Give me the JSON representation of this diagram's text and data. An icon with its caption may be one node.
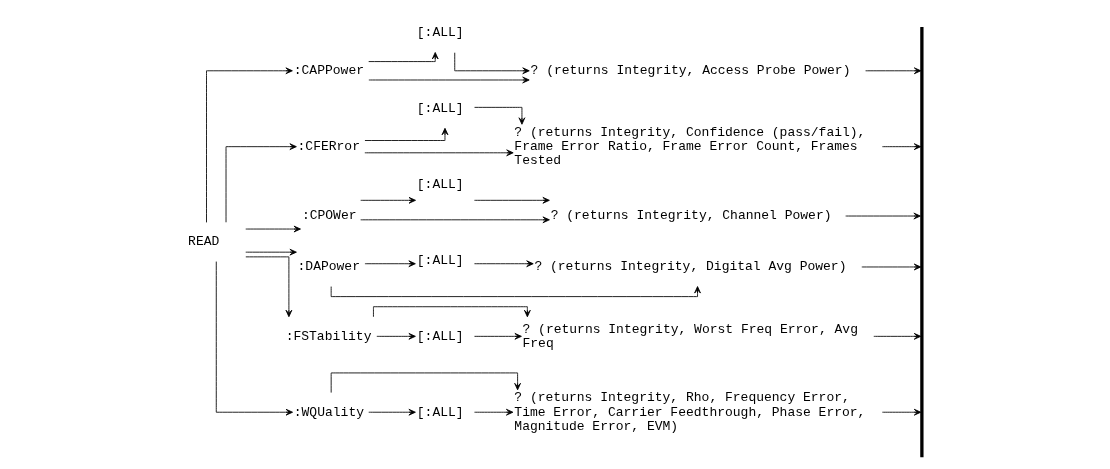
{
  "diagram": {
    "nodes": [
      {
        "text": [
          "READ"
        ]
      },
      {
        "text": [
          ":CAPPower"
        ]
      },
      {
        "text": [
          "[:ALL]"
        ]
      },
      {
        "text": [
          "? (returns Integrity, Access Probe Power)"
        ]
      },
      {
        "text": [
          ":CFERror"
        ]
      },
      {
        "text": [
          "[:ALL]"
        ]
      },
      {
        "text": [
          "? (returns Integrity, Confidence (pass/fail), Frame Error Ratio, Frame Error Count, Frames Tested"
        ]
      },
      {
        "text": [
          ":CPOWer"
        ]
      },
      {
        "text": [
          "[:ALL]"
        ]
      },
      {
        "text": [
          "? (returns Integrity, Channel Power)"
        ]
      },
      {
        "text": [
          ":DAPower"
        ]
      },
      {
        "text": [
          "[:ALL]"
        ]
      },
      {
        "text": [
          "? (returns Integrity, Digital Avg Power)"
        ]
      },
      {
        "text": [
          ":FSTability"
        ]
      },
      {
        "text": [
          "[:ALL]"
        ]
      },
      {
        "text": [
          "? (returns Integrity, Worst Freq Error, Avg Freq"
        ]
      },
      {
        "text": [
          ":WQUality"
        ]
      },
      {
        "text": [
          "[:ALL]"
        ]
      },
      {
        "text": [
          "? (returns Integrity, Rho, Frequency Error, Time Error, Carrier Feedthrough, Phase Error, Magnitude Error, EVM)"
        ]
      },
      {
        "text": [],
        "shape": "bar"
      }
    ],
    "edges": [
      {
        "from": 0,
        "to": 1,
        "arrow": "to"
      },
      {
        "from": 1,
        "to": 3,
        "arrow": "to"
      },
      {
        "from": 1,
        "to": 2,
        "arrow": "to"
      },
      {
        "from": 2,
        "to": 3,
        "arrow": "to"
      },
      {
        "from": 3,
        "to": 19,
        "arrow": "to"
      },
      {
        "from": 0,
        "to": 4,
        "arrow": "to"
      },
      {
        "from": 4,
        "to": 6,
        "arrow": "to"
      },
      {
        "from": 4,
        "to": 5,
        "arrow": "to"
      },
      {
        "from": 5,
        "to": 6,
        "arrow": "to"
      },
      {
        "from": 6,
        "to": 19,
        "arrow": "to"
      },
      {
        "from": 0,
        "to": 7,
        "arrow": "to"
      },
      {
        "from": 7,
        "to": 9,
        "arrow": "to"
      },
      {
        "from": 7,
        "to": 8,
        "arrow": "to"
      },
      {
        "from": 8,
        "to": 9,
        "arrow": "to"
      },
      {
        "from": 9,
        "to": 19,
        "arrow": "to"
      },
      {
        "from": 0,
        "to": 10,
        "arrow": "to"
      },
      {
        "from": 10,
        "to": 12,
        "arrow": "to"
      },
      {
        "from": 10,
        "to": 11,
        "arrow": "to"
      },
      {
        "from": 11,
        "to": 12,
        "arrow": "to"
      },
      {
        "from": 12,
        "to": 19,
        "arrow": "to"
      },
      {
        "from": 0,
        "to": 13,
        "arrow": "to"
      },
      {
        "from": 13,
        "to": 15,
        "arrow": "to"
      },
      {
        "from": 13,
        "to": 14,
        "arrow": "to"
      },
      {
        "from": 14,
        "to": 15,
        "arrow": "to"
      },
      {
        "from": 15,
        "to": 19,
        "arrow": "to"
      },
      {
        "from": 0,
        "to": 16,
        "arrow": "to"
      },
      {
        "from": 16,
        "to": 18,
        "arrow": "to"
      },
      {
        "from": 16,
        "to": 17,
        "arrow": "to"
      },
      {
        "from": 17,
        "to": 18,
        "arrow": "to"
      },
      {
        "from": 18,
        "to": 19,
        "arrow": "to"
      }
    ]
  }
}
